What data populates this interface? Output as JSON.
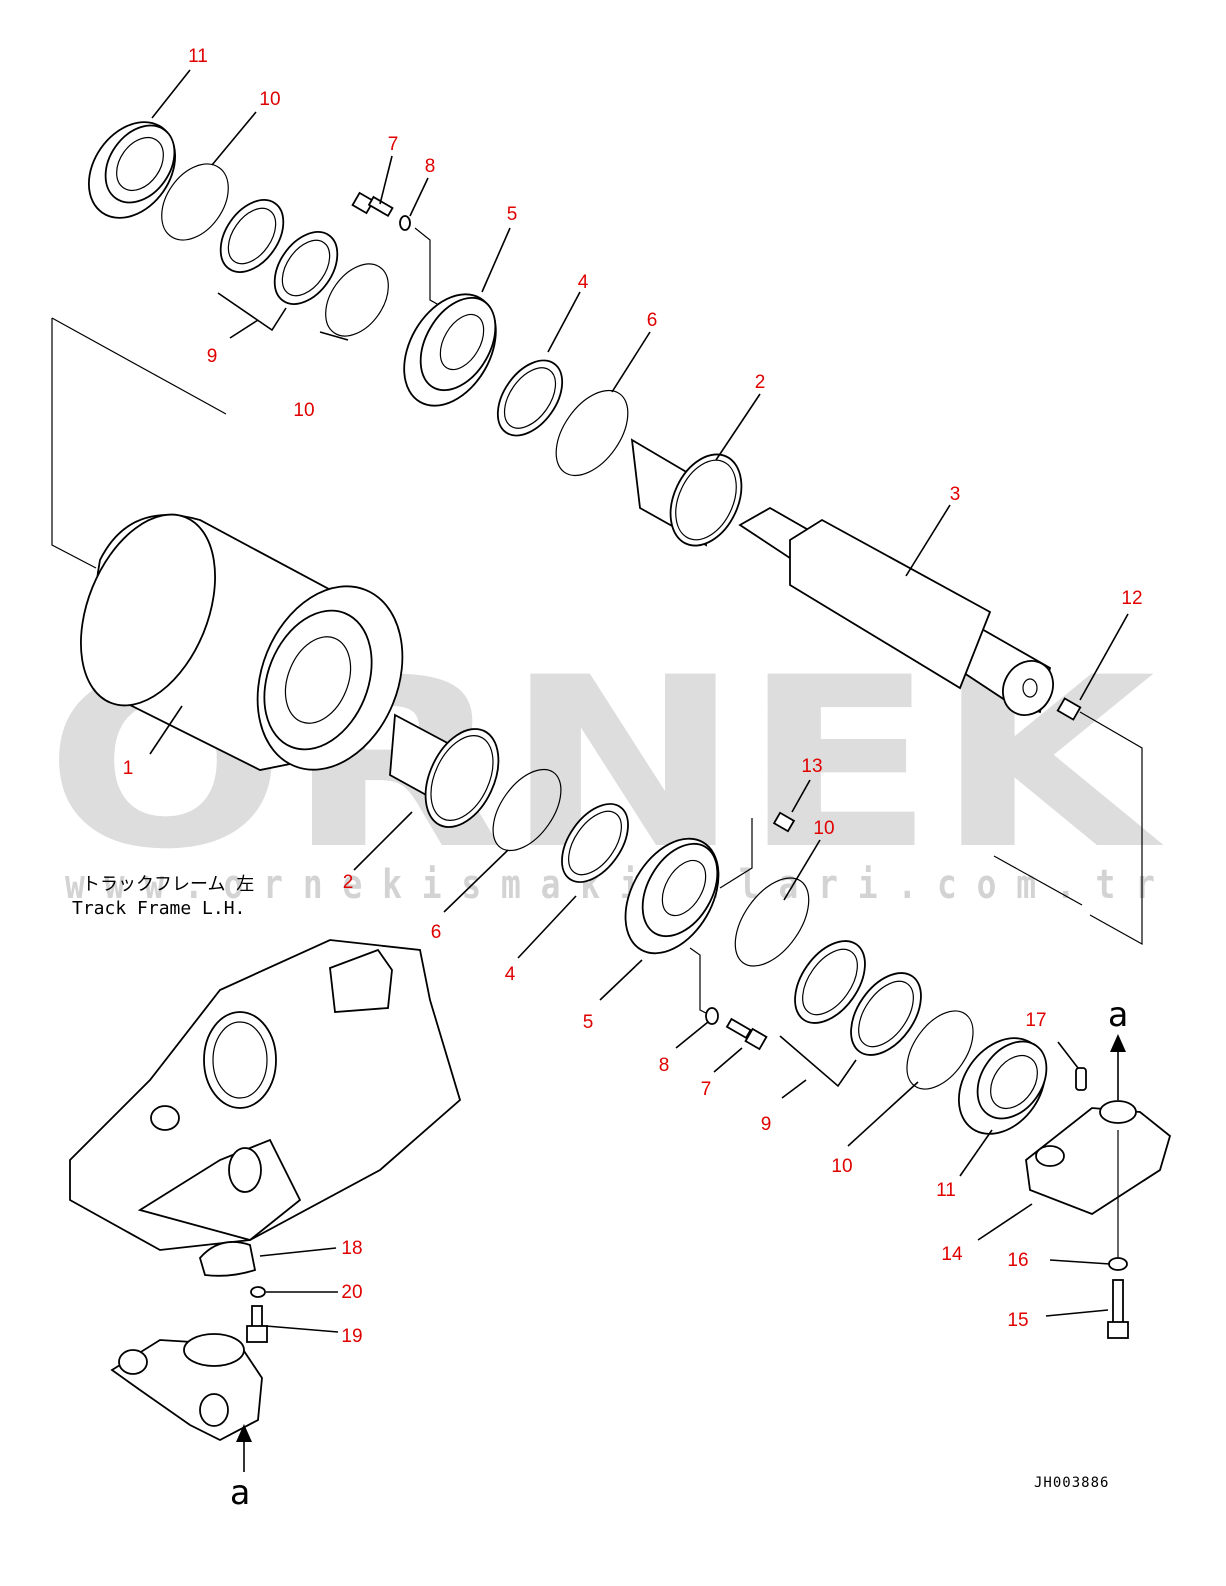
{
  "watermark": {
    "brand": "ORNEK",
    "url": "w w w . o r n e k i s m a k i n a l a r i . c o m . t r"
  },
  "frame_label": {
    "jp": "トラックフレーム 左",
    "en": "Track Frame L.H."
  },
  "arrow_labels": {
    "top": "a",
    "bottom": "a"
  },
  "drawing_code": "JH003886",
  "callouts": [
    {
      "id": "c-11a",
      "text": "11"
    },
    {
      "id": "c-10a",
      "text": "10"
    },
    {
      "id": "c-7a",
      "text": "7"
    },
    {
      "id": "c-8a",
      "text": "8"
    },
    {
      "id": "c-5a",
      "text": "5"
    },
    {
      "id": "c-4a",
      "text": "4"
    },
    {
      "id": "c-6a",
      "text": "6"
    },
    {
      "id": "c-9a",
      "text": "9"
    },
    {
      "id": "c-10b",
      "text": "10"
    },
    {
      "id": "c-2a",
      "text": "2"
    },
    {
      "id": "c-3",
      "text": "3"
    },
    {
      "id": "c-12",
      "text": "12"
    },
    {
      "id": "c-1",
      "text": "1"
    },
    {
      "id": "c-13",
      "text": "13"
    },
    {
      "id": "c-10c",
      "text": "10"
    },
    {
      "id": "c-2b",
      "text": "2"
    },
    {
      "id": "c-6b",
      "text": "6"
    },
    {
      "id": "c-4b",
      "text": "4"
    },
    {
      "id": "c-5b",
      "text": "5"
    },
    {
      "id": "c-8b",
      "text": "8"
    },
    {
      "id": "c-7b",
      "text": "7"
    },
    {
      "id": "c-9b",
      "text": "9"
    },
    {
      "id": "c-10d",
      "text": "10"
    },
    {
      "id": "c-11b",
      "text": "11"
    },
    {
      "id": "c-17",
      "text": "17"
    },
    {
      "id": "c-14",
      "text": "14"
    },
    {
      "id": "c-16",
      "text": "16"
    },
    {
      "id": "c-15",
      "text": "15"
    },
    {
      "id": "c-18",
      "text": "18"
    },
    {
      "id": "c-20",
      "text": "20"
    },
    {
      "id": "c-19",
      "text": "19"
    }
  ]
}
